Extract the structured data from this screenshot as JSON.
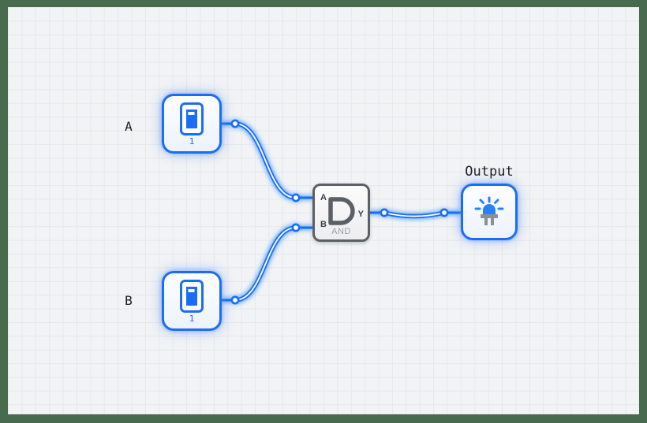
{
  "app": {
    "view": "logic-circuit-canvas"
  },
  "frame": {
    "color": "#486B50"
  },
  "canvas": {
    "background": "#F2F3F5",
    "grid_line_color": "#E6E8EC"
  },
  "colors": {
    "wire_blue": "#1A6EF5",
    "wire_core": "#FFFFFF",
    "glow_blue": "#55A0FF",
    "icon_blue": "#2B7FFF",
    "gate_border": "#5B6066",
    "gate_pin_text": "#3C4043",
    "gate_caption_text": "#9AA0A6",
    "label_text": "#202124",
    "led_base_gray": "#8A9097"
  },
  "labels": {
    "input_a": "A",
    "input_b": "B",
    "output": "Output"
  },
  "nodes": {
    "switch_a": {
      "type": "toggle-switch",
      "icon": "toggle-switch-icon",
      "value": "1"
    },
    "switch_b": {
      "type": "toggle-switch",
      "icon": "toggle-switch-icon",
      "value": "1"
    },
    "and_gate": {
      "type": "and-gate",
      "name": "AND",
      "icon": "and-gate-symbol",
      "pins": {
        "a": "A",
        "b": "B",
        "y": "Y"
      }
    },
    "led_output": {
      "type": "led",
      "icon": "led-on-icon",
      "state": "on"
    }
  }
}
